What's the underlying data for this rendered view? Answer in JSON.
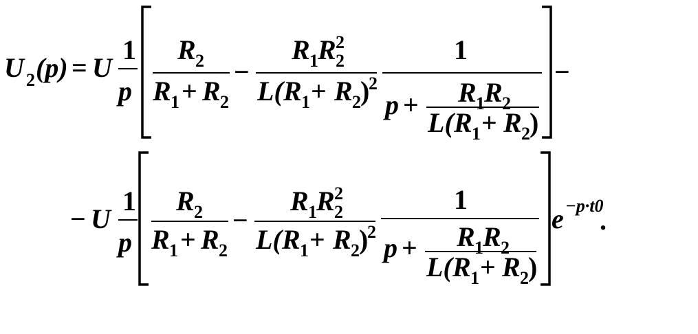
{
  "equation": {
    "lhs_U": "U",
    "lhs_sub": "2",
    "lhs_arg": "(p)",
    "equals": "=",
    "U": "U",
    "one": "1",
    "p": "p",
    "R": "R",
    "sub1": "1",
    "sub2": "2",
    "sq": "2",
    "plus": "+",
    "minus": "−",
    "L_open": "L(",
    "close": ")",
    "e": "e",
    "exponent": "−p·t0",
    "period": "."
  }
}
